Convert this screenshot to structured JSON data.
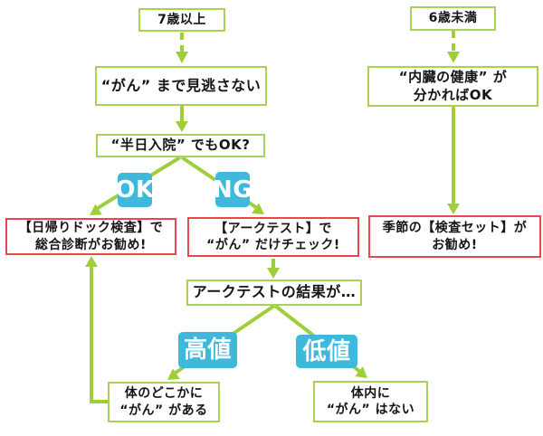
{
  "colors": {
    "line_green": "#9fce3b",
    "box_border_green": "#a9d158",
    "box_border_red": "#e8474d",
    "label_cyan": "#3eb8db",
    "label_text": "#ffffff",
    "text": "#141414",
    "background": "#ffffff"
  },
  "nodes": {
    "age7": "7歳以上",
    "find_cancer": "“がん” まで見逃さない",
    "half_day": "“半日入院” でもOK?",
    "daytrip_line1": "【日帰りドック検査】で",
    "daytrip_line2": "総合診断がお勧め!",
    "arktest_line1": "【アークテスト】で",
    "arktest_line2": "“がん” だけチェック!",
    "result": "アークテストの結果が…",
    "cancer_somewhere_line1": "体のどこかに",
    "cancer_somewhere_line2": "“がん” がある",
    "no_cancer_line1": "体内に",
    "no_cancer_line2": "“がん” はない",
    "age6": "6歳未満",
    "organ_line1": "“内臓の健康” が",
    "organ_line2": "分かればOK",
    "seasonal_line1": "季節の【検査セット】が",
    "seasonal_line2": "お勧め!"
  },
  "branch_labels": {
    "ok": "OK",
    "ng": "NG",
    "high": "高値",
    "low": "低値"
  }
}
